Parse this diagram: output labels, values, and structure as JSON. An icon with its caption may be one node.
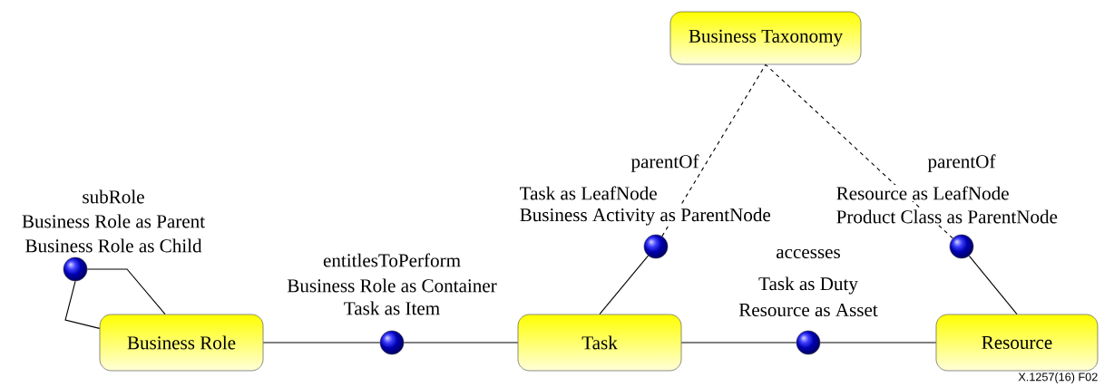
{
  "diagram": {
    "nodes": [
      {
        "text": [
          "Business Taxonomy"
        ]
      },
      {
        "text": [
          "Business Role"
        ]
      },
      {
        "text": [
          "Task"
        ]
      },
      {
        "text": [
          "Resource"
        ]
      },
      {
        "text": [],
        "shape": "circle",
        "beside": [
          "subRole",
          "Business Role as Parent",
          "Business Role as Child"
        ]
      },
      {
        "text": [],
        "shape": "circle",
        "beside": [
          "entitlesToPerform",
          "Business Role as Container",
          "Task as Item"
        ]
      },
      {
        "text": [],
        "shape": "circle",
        "beside": [
          "accesses",
          "Task as Duty",
          "Resource as Asset"
        ]
      },
      {
        "text": [],
        "shape": "circle",
        "beside": [
          "parentOf",
          "Task as LeafNode",
          "Business Activity as ParentNode"
        ]
      },
      {
        "text": [],
        "shape": "circle",
        "beside": [
          "parentOf",
          "Resource as LeafNode",
          "Product Class as ParentNode"
        ]
      }
    ],
    "edges": [
      {
        "from": 4,
        "to": 1,
        "arrow": "none"
      },
      {
        "from": 4,
        "to": 1,
        "arrow": "none"
      },
      {
        "from": 1,
        "to": 5,
        "arrow": "none"
      },
      {
        "from": 5,
        "to": 2,
        "arrow": "none"
      },
      {
        "from": 2,
        "to": 6,
        "arrow": "none"
      },
      {
        "from": 6,
        "to": 3,
        "arrow": "none"
      },
      {
        "from": 2,
        "to": 7,
        "arrow": "none"
      },
      {
        "from": 7,
        "to": 0,
        "arrow": "none",
        "style": "dashed"
      },
      {
        "from": 3,
        "to": 8,
        "arrow": "none"
      },
      {
        "from": 8,
        "to": 0,
        "arrow": "none",
        "style": "dashed"
      }
    ],
    "labels": [
      "X.1257(16) F02"
    ]
  }
}
